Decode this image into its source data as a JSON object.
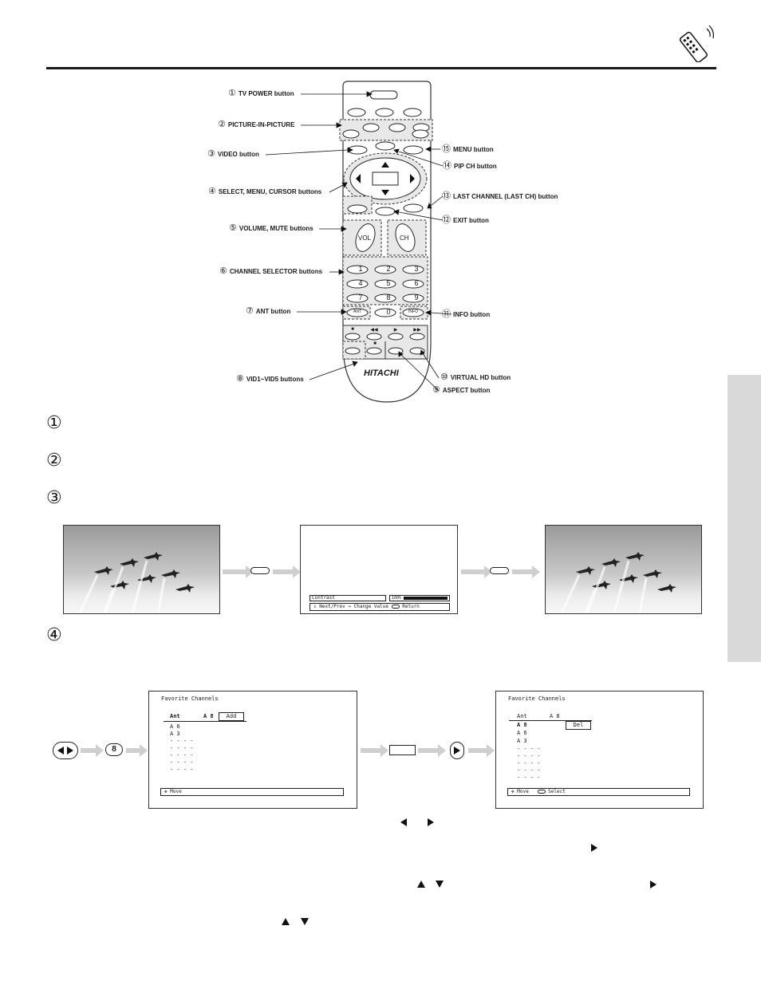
{
  "callouts": {
    "c1": {
      "num": "①",
      "label": "TV POWER button"
    },
    "c2": {
      "num": "②",
      "label": "PICTURE-IN-PICTURE"
    },
    "c3": {
      "num": "③",
      "label": "VIDEO button"
    },
    "c4": {
      "num": "④",
      "label": "SELECT, MENU, CURSOR buttons"
    },
    "c5": {
      "num": "⑤",
      "label": "VOLUME, MUTE buttons"
    },
    "c6": {
      "num": "⑥",
      "label": "CHANNEL SELECTOR buttons"
    },
    "c7": {
      "num": "⑦",
      "label": "ANT button"
    },
    "c8": {
      "num": "⑧",
      "label": "VID1~VID5 buttons"
    },
    "c9": {
      "num": "⑨",
      "label": "ASPECT button"
    },
    "c10": {
      "num": "⑩",
      "label": "VIRTUAL HD button"
    },
    "c11": {
      "num": "⑪",
      "label": "INFO button"
    },
    "c12": {
      "num": "⑫",
      "label": "EXIT button"
    },
    "c13": {
      "num": "⑬",
      "label": "LAST CHANNEL (LAST CH) button"
    },
    "c14": {
      "num": "⑭",
      "label": "PIP CH button"
    },
    "c15": {
      "num": "⑮",
      "label": "MENU button"
    }
  },
  "remote": {
    "brand": "HITACHI",
    "vol": "VOL",
    "ch": "CH",
    "ant": "ANT",
    "info": "INFO",
    "keys": [
      "1",
      "2",
      "3",
      "4",
      "5",
      "6",
      "7",
      "8",
      "9",
      "0"
    ],
    "transport": [
      "■",
      "◀◀",
      "▶",
      "▶▶"
    ],
    "stop2": "■"
  },
  "sections": {
    "s1": "①",
    "s2": "②",
    "s3": "③",
    "s4": "④"
  },
  "contrast_screen": {
    "label": "Contrast",
    "value": "100%",
    "level": 1.0,
    "status_next": "Next/Prev",
    "status_change": "Change Value",
    "status_return": "Return"
  },
  "fav1": {
    "title": "Favorite Channels",
    "header_ant": "Ant",
    "header_ch": "A 8",
    "add": "Add",
    "rows": [
      "A 6",
      "A 3",
      "- - - -",
      "- - - -",
      "- - - -",
      "- - - -",
      "- - - -"
    ],
    "status": "Move"
  },
  "fav2": {
    "title": "Favorite Channels",
    "header_ant": "Ant",
    "header_ch": "A 8",
    "rows": [
      "A 8",
      "A 6",
      "A 3",
      "- - - -",
      "- - - -",
      "- - - -",
      "- - - -",
      "- - - -"
    ],
    "del": "Del",
    "status_move": "Move",
    "status_select": "Select"
  },
  "flow": {
    "key8": "8"
  }
}
